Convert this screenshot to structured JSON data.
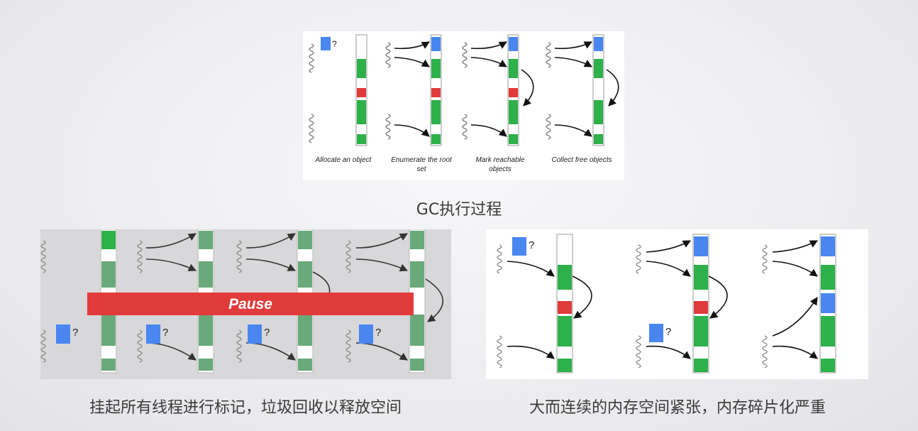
{
  "captions": {
    "top": "GC执行过程",
    "left": "挂起所有线程进行标记，垃圾回收以释放空间",
    "right": "大而连续的内存空间紧张，内存碎片化严重"
  },
  "top_diagram": {
    "steps": [
      {
        "label_lines": [
          "Allocate an object"
        ]
      },
      {
        "label_lines": [
          "Enumerate the root",
          "set"
        ]
      },
      {
        "label_lines": [
          "Mark reachable",
          "objects"
        ]
      },
      {
        "label_lines": [
          "Collect free objects"
        ]
      }
    ],
    "question_mark": "?"
  },
  "pause_diagram": {
    "pause_label": "Pause",
    "question_mark": "?"
  },
  "fragmentation_diagram": {
    "question_mark": "?"
  },
  "colors": {
    "reachable": "#2eb04a",
    "garbage": "#e03a3a",
    "new_object": "#4a86f0",
    "pause_bar": "#e23b3b",
    "faded_reachable": "#6aa97a"
  }
}
